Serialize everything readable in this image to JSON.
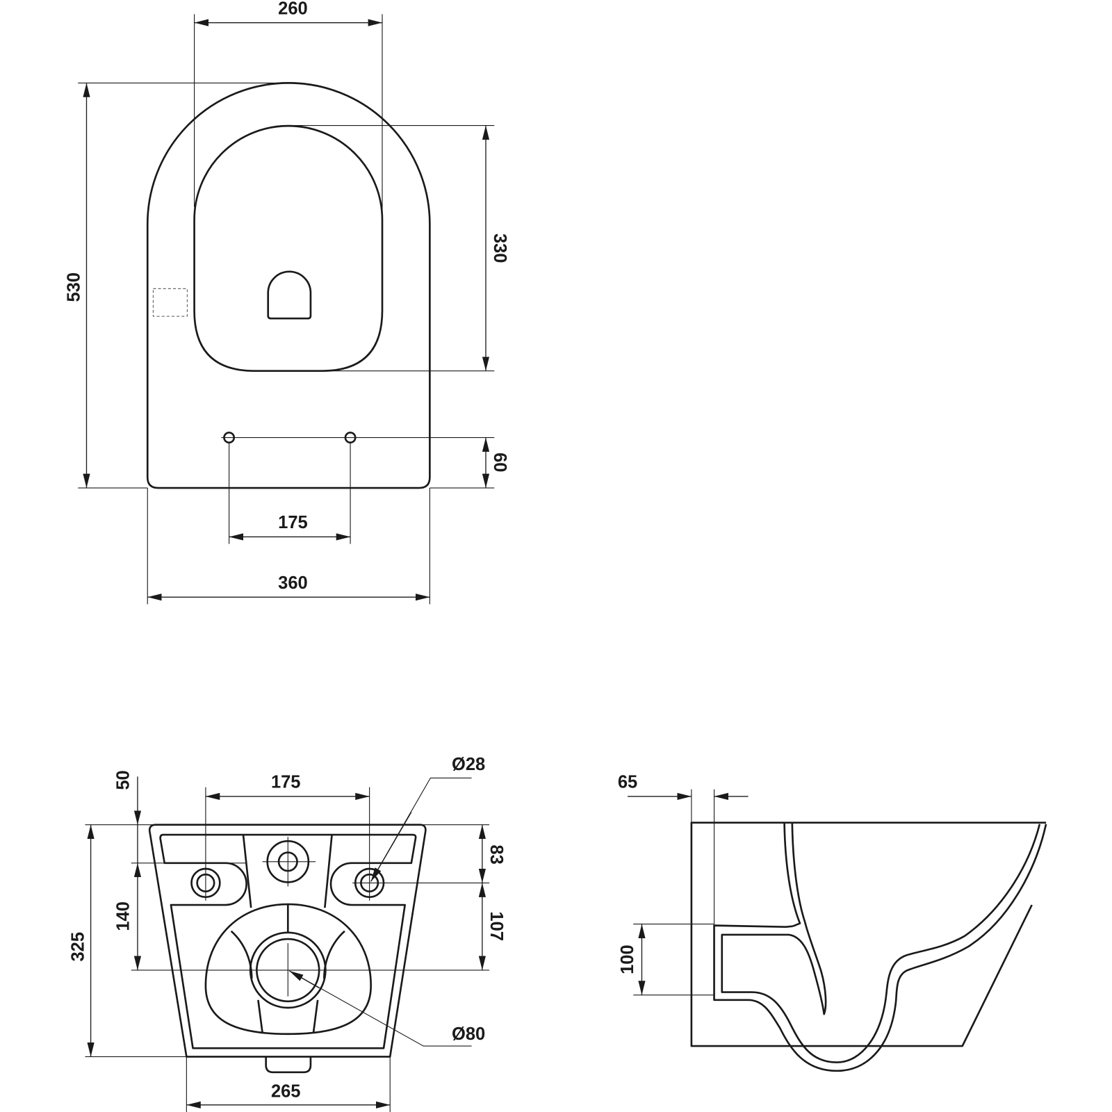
{
  "top_view": {
    "dim_seat_width": "260",
    "dim_total_length": "530",
    "dim_seat_length": "330",
    "dim_hole_offset": "60",
    "dim_hole_spacing": "175",
    "dim_total_width": "360"
  },
  "rear_view": {
    "dim_bolt_spacing": "175",
    "dim_top_offset": "50",
    "dim_outlet_height": "140",
    "dim_total_height": "325",
    "dim_bolt_height": "83",
    "dim_bolt_to_outlet": "107",
    "dim_bottom_width": "265",
    "dim_bolt_diameter": "Ø28",
    "dim_outlet_diameter": "Ø80"
  },
  "side_view": {
    "dim_wall_offset": "65",
    "dim_outlet_size": "100"
  },
  "colors": {
    "line": "#1a1a1a",
    "background": "#ffffff"
  }
}
